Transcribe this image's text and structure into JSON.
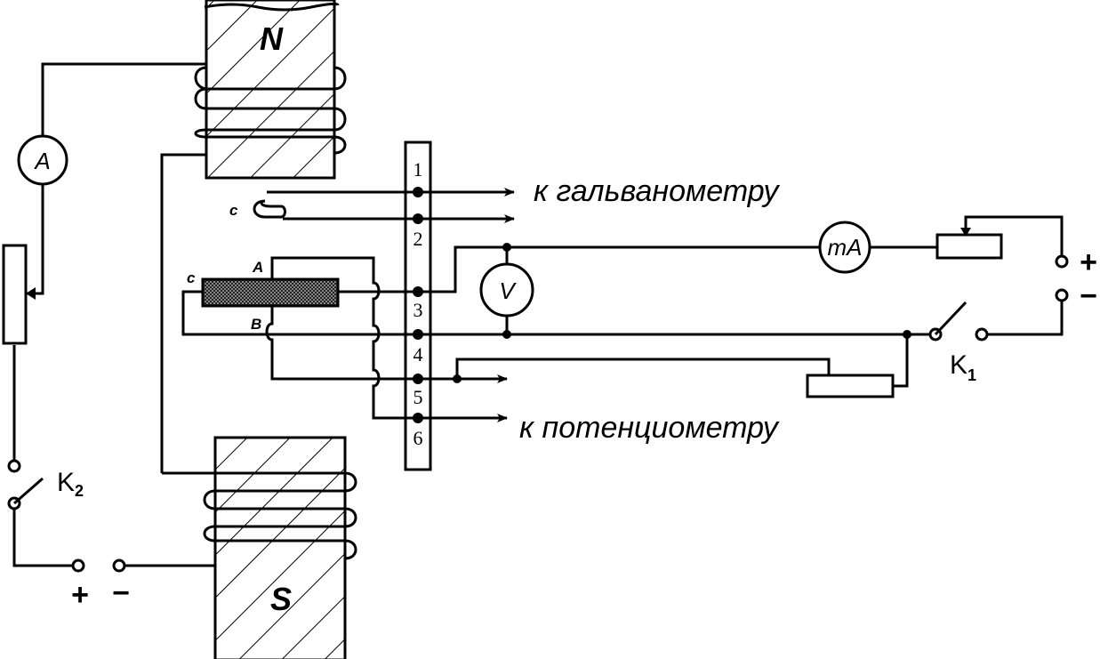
{
  "magnet": {
    "north_label": "N",
    "south_label": "S"
  },
  "terminal_block": {
    "terminals": [
      "1",
      "2",
      "3",
      "4",
      "5",
      "6"
    ]
  },
  "leads": {
    "to_galvanometer": "к гальванометру",
    "to_potentiometer": "к потенциометру"
  },
  "sample": {
    "label_c_top": "c",
    "label_c_left": "c",
    "label_a": "A",
    "label_b": "B"
  },
  "meters": {
    "ammeter": "A",
    "milliammeter": "mA",
    "voltmeter": "V"
  },
  "keys": {
    "k1": "K",
    "k1_sub": "1",
    "k2": "K",
    "k2_sub": "2"
  },
  "supply_right": {
    "plus": "+",
    "minus": "−"
  },
  "supply_bottom": {
    "plus": "+",
    "minus": "−"
  }
}
